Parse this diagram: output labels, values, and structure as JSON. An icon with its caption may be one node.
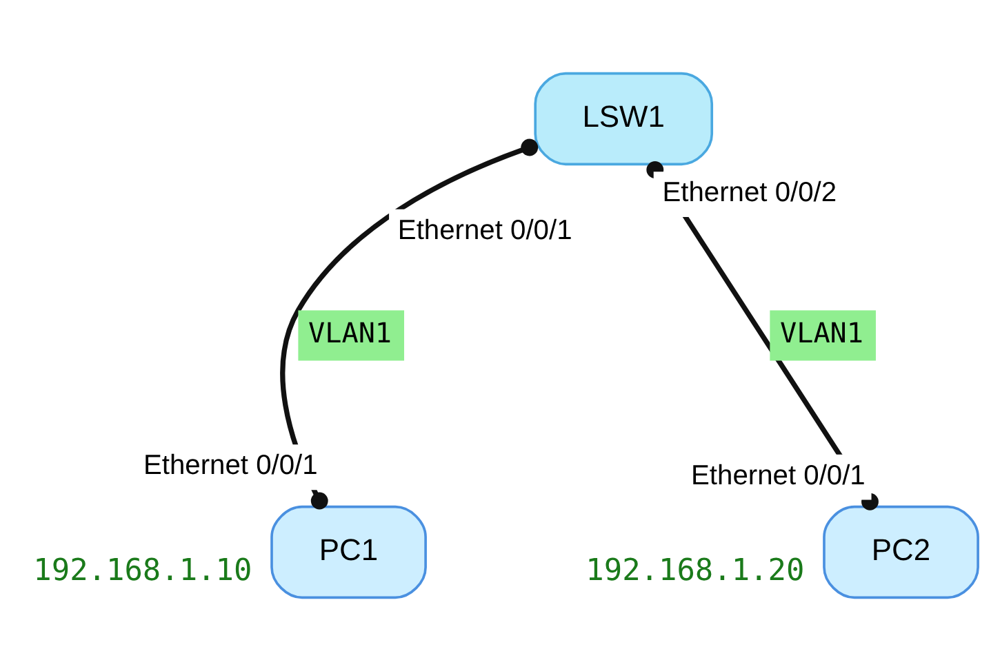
{
  "diagram": {
    "nodes": [
      {
        "text": [
          "LSW1"
        ]
      },
      {
        "text": [
          "PC1"
        ],
        "beside": [
          "192.168.1.10"
        ]
      },
      {
        "text": [
          "PC2"
        ],
        "beside": [
          "192.168.1.20"
        ]
      }
    ],
    "edges": [
      {
        "from": 0,
        "to": 1,
        "arrow": "other",
        "label": "VLAN1"
      },
      {
        "from": 0,
        "to": 2,
        "arrow": "other",
        "label": "VLAN1"
      }
    ],
    "labels": [
      "Ethernet 0/0/1",
      "Ethernet 0/0/2",
      "Ethernet 0/0/1",
      "Ethernet 0/0/1"
    ]
  }
}
